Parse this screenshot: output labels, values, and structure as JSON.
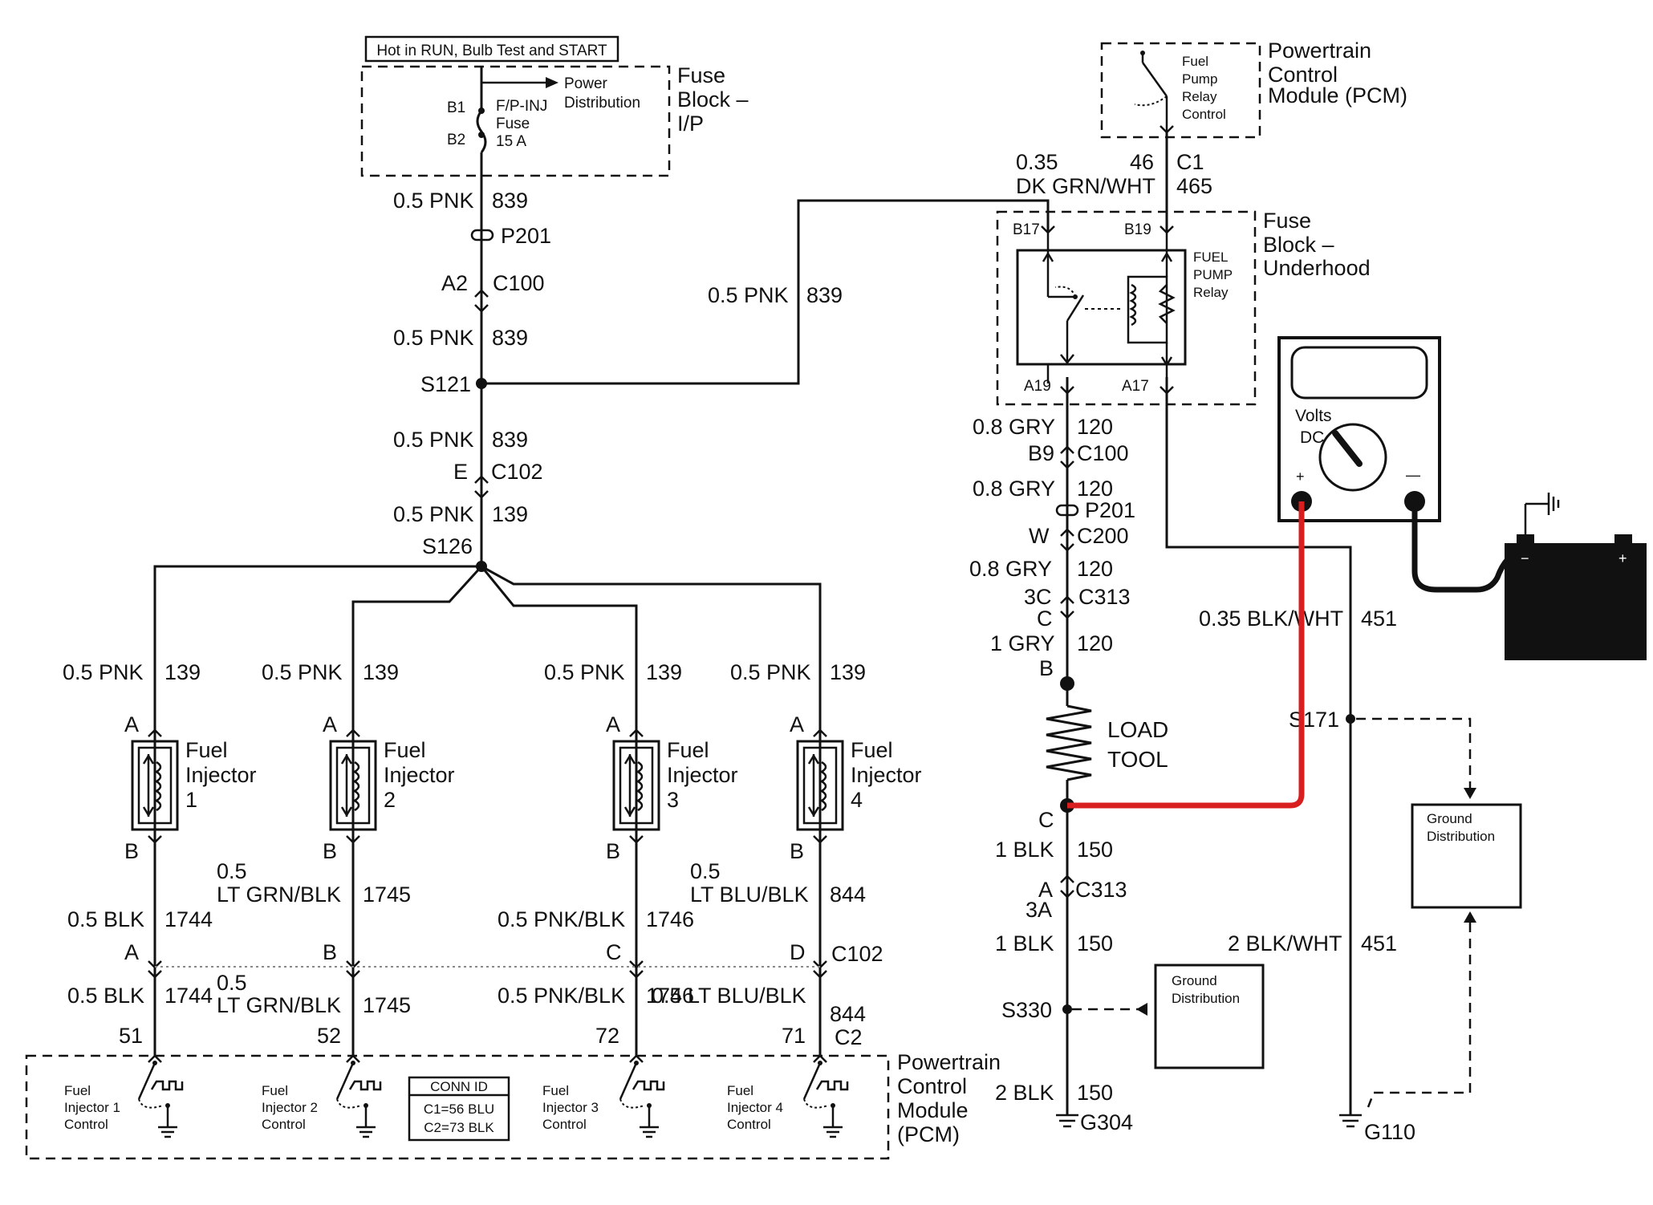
{
  "header_label": "Hot in RUN, Bulb Test and START",
  "fuse_block_ip": {
    "title_lines": [
      "Fuse",
      "Block –",
      "I/P"
    ],
    "pin_b1": "B1",
    "pin_b2": "B2",
    "fuse_lines": [
      "F/P-INJ",
      "Fuse",
      "15 A"
    ],
    "power_dist_lines": [
      "Power",
      "Distribution"
    ]
  },
  "left_trunk": {
    "wire1_gauge": "0.5 PNK",
    "wire1_circuit": "839",
    "p201": "P201",
    "a2": "A2",
    "c100": "C100",
    "wire2_gauge": "0.5 PNK",
    "wire2_circuit": "839",
    "s121": "S121",
    "wire3_gauge": "0.5 PNK",
    "wire3_circuit": "839",
    "e": "E",
    "c102": "C102",
    "wire4_gauge": "0.5 PNK",
    "wire4_circuit": "139",
    "s126": "S126"
  },
  "crossover_wire": {
    "gauge": "0.5 PNK",
    "circuit": "839"
  },
  "injectors": [
    {
      "gauge_top": "0.5 PNK",
      "circuit_top": "139",
      "pin_a": "A",
      "pin_b": "B",
      "title_lines": [
        "Fuel",
        "Injector",
        "1"
      ],
      "gauge_bottom": "0.5 BLK",
      "circuit_bottom": "1744",
      "c102_pin": "A",
      "gauge_lower": "0.5 BLK",
      "circuit_lower": "1744",
      "pcm_pin": "51",
      "control_lines": [
        "Fuel",
        "Injector 1",
        "Control"
      ]
    },
    {
      "gauge_top": "0.5 PNK",
      "circuit_top": "139",
      "pin_a": "A",
      "pin_b": "B",
      "title_lines": [
        "Fuel",
        "Injector",
        "2"
      ],
      "gauge_bottom_lines": [
        "0.5",
        "LT GRN/BLK"
      ],
      "circuit_bottom": "1745",
      "c102_pin": "B",
      "gauge_lower_lines": [
        "0.5",
        "LT GRN/BLK"
      ],
      "circuit_lower": "1745",
      "pcm_pin": "52",
      "control_lines": [
        "Fuel",
        "Injector 2",
        "Control"
      ]
    },
    {
      "gauge_top": "0.5 PNK",
      "circuit_top": "139",
      "pin_a": "A",
      "pin_b": "B",
      "title_lines": [
        "Fuel",
        "Injector",
        "3"
      ],
      "gauge_bottom": "0.5 PNK/BLK",
      "circuit_bottom": "1746",
      "c102_pin": "C",
      "gauge_lower": "0.5 PNK/BLK",
      "circuit_lower": "1746",
      "pcm_pin": "72",
      "control_lines": [
        "Fuel",
        "Injector 3",
        "Control"
      ]
    },
    {
      "gauge_top": "0.5 PNK",
      "circuit_top": "139",
      "pin_a": "A",
      "pin_b": "B",
      "title_lines": [
        "Fuel",
        "Injector",
        "4"
      ],
      "gauge_bottom_lines": [
        "0.5",
        "LT BLU/BLK"
      ],
      "circuit_bottom": "844",
      "c102_pin": "D",
      "gauge_lower": "0.5 LT BLU/BLK",
      "circuit_lower": "844",
      "pcm_pin": "71",
      "control_lines": [
        "Fuel",
        "Injector 4",
        "Control"
      ]
    }
  ],
  "c102_label": "C102",
  "c2_label": "C2",
  "pcm_bottom": {
    "title_lines": [
      "Powertrain",
      "Control",
      "Module",
      "(PCM)"
    ],
    "conn_id_title": "CONN ID",
    "conn_id_lines": [
      "C1=56 BLU",
      "C2=73 BLK"
    ]
  },
  "pcm_top": {
    "title_lines": [
      "Powertrain",
      "Control",
      "Module (PCM)"
    ],
    "relay_control_lines": [
      "Fuel",
      "Pump",
      "Relay",
      "Control"
    ]
  },
  "relay_feed": {
    "gauge_lines": [
      "0.35",
      "DK GRN/WHT"
    ],
    "pin": "46",
    "connector": "C1",
    "circuit": "465"
  },
  "fuse_block_underhood": {
    "title_lines": [
      "Fuse",
      "Block –",
      "Underhood"
    ],
    "pin_b17": "B17",
    "pin_b19": "B19",
    "pin_a19": "A19",
    "pin_a17": "A17",
    "relay_lines": [
      "FUEL",
      "PUMP",
      "Relay"
    ]
  },
  "pump_circuit": {
    "w1_gauge": "0.8 GRY",
    "w1_circuit": "120",
    "b9": "B9",
    "c100": "C100",
    "w2_gauge": "0.8 GRY",
    "w2_circuit": "120",
    "p201": "P201",
    "w": "W",
    "c200": "C200",
    "w3_gauge": "0.8 GRY",
    "w3_circuit": "120",
    "c3c": "3C",
    "c313": "C313",
    "c": "C",
    "w4_gauge": "1 GRY",
    "w4_circuit": "120",
    "pin_b": "B",
    "load_tool_lines": [
      "LOAD",
      "TOOL"
    ],
    "pin_c": "C",
    "w5_gauge": "1 BLK",
    "w5_circuit": "150",
    "a": "A",
    "c313_lower": "C313",
    "a3": "3A",
    "w6_gauge": "1 BLK",
    "w6_circuit": "150",
    "s330": "S330",
    "w7_gauge": "2 BLK",
    "w7_circuit": "150",
    "g304": "G304"
  },
  "ground_dist_lower": {
    "lines": [
      "Ground",
      "Distribution"
    ]
  },
  "ground_circuit": {
    "w1_gauge": "0.35 BLK/WHT",
    "w1_circuit": "451",
    "s171": "S171",
    "w2_gauge": "2 BLK/WHT",
    "w2_circuit": "451",
    "g110": "G110"
  },
  "ground_dist_right": {
    "lines": [
      "Ground",
      "Distribution"
    ]
  },
  "voltmeter": {
    "mode_lines": [
      "Volts",
      "DC"
    ],
    "plus": "+",
    "minus": "—",
    "lead_color": "#d81e1e"
  },
  "battery": {
    "minus": "−",
    "plus": "+"
  }
}
